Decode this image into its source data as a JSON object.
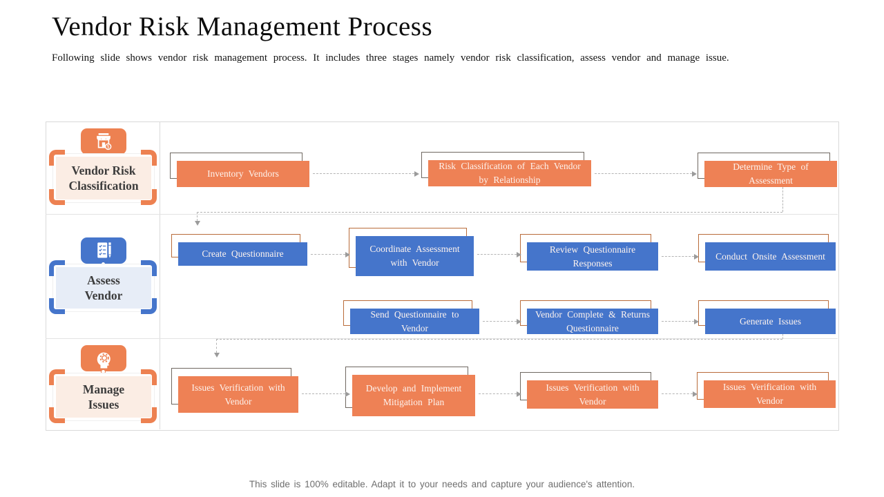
{
  "slide": {
    "title": "Vendor Risk Management Process",
    "subtitle": "Following slide shows vendor risk management process. It includes three stages namely vendor risk classification, assess vendor and manage issue.",
    "footer": "This slide is 100% editable. Adapt it to your needs and capture your audience's attention."
  },
  "colors": {
    "accent_orange": "#EE8155",
    "accent_blue": "#4575CB",
    "ghost_outline_gray": "#6e6760",
    "ghost_outline_brown": "#b96b39",
    "connector_gray": "#b3b3b3",
    "stage_tint_orange": "#FBEDE4",
    "stage_tint_blue": "#E7EDF7"
  },
  "stages": [
    {
      "label": "Vendor Risk Classification",
      "icon": "storefront-icon",
      "steps": [
        "Inventory Vendors",
        "Risk Classification of Each Vendor by Relationship",
        "Determine Type of Assessment"
      ]
    },
    {
      "label": "Assess Vendor",
      "icon": "checklist-pencil-icon",
      "steps": [
        "Create Questionnaire",
        "Coordinate Assessment with Vendor",
        "Review Questionnaire Responses",
        "Conduct Onsite Assessment",
        "Send Questionnaire to Vendor",
        "Vendor Complete & Returns Questionnaire",
        "Generate Issues"
      ]
    },
    {
      "label": "Manage Issues",
      "icon": "head-gear-icon",
      "steps": [
        "Issues Verification with Vendor",
        "Develop and Implement Mitigation Plan",
        "Issues Verification with Vendor",
        "Issues Verification with Vendor"
      ]
    }
  ]
}
